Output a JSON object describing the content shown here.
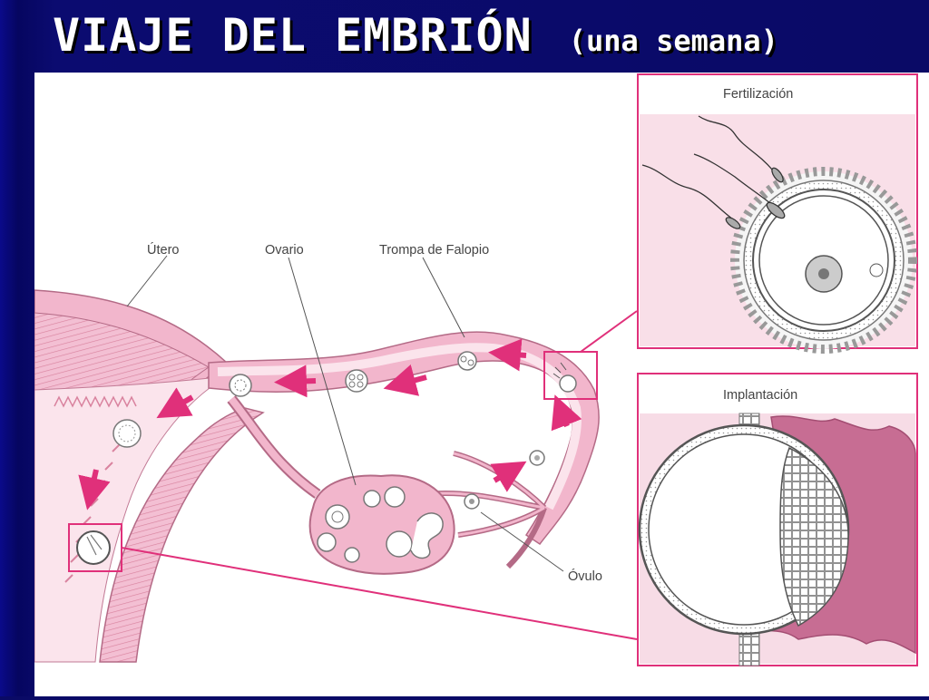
{
  "title": {
    "main": "VIAJE DEL EMBRIÓN",
    "sub": "(una semana)"
  },
  "labels": {
    "utero": "Útero",
    "ovario": "Ovario",
    "trompa": "Trompa de Falopio",
    "ovulo": "Óvulo",
    "fertilizacion": "Fertilización",
    "implantacion": "Implantación"
  },
  "colors": {
    "background": "#0a0a66",
    "title": "#ffffff",
    "tissue": "#f2b6cc",
    "tissue_dark": "#e88fb1",
    "arrow": "#e0307a",
    "highlight": "#e0307a",
    "inset_bg": "#f9dfe8"
  }
}
